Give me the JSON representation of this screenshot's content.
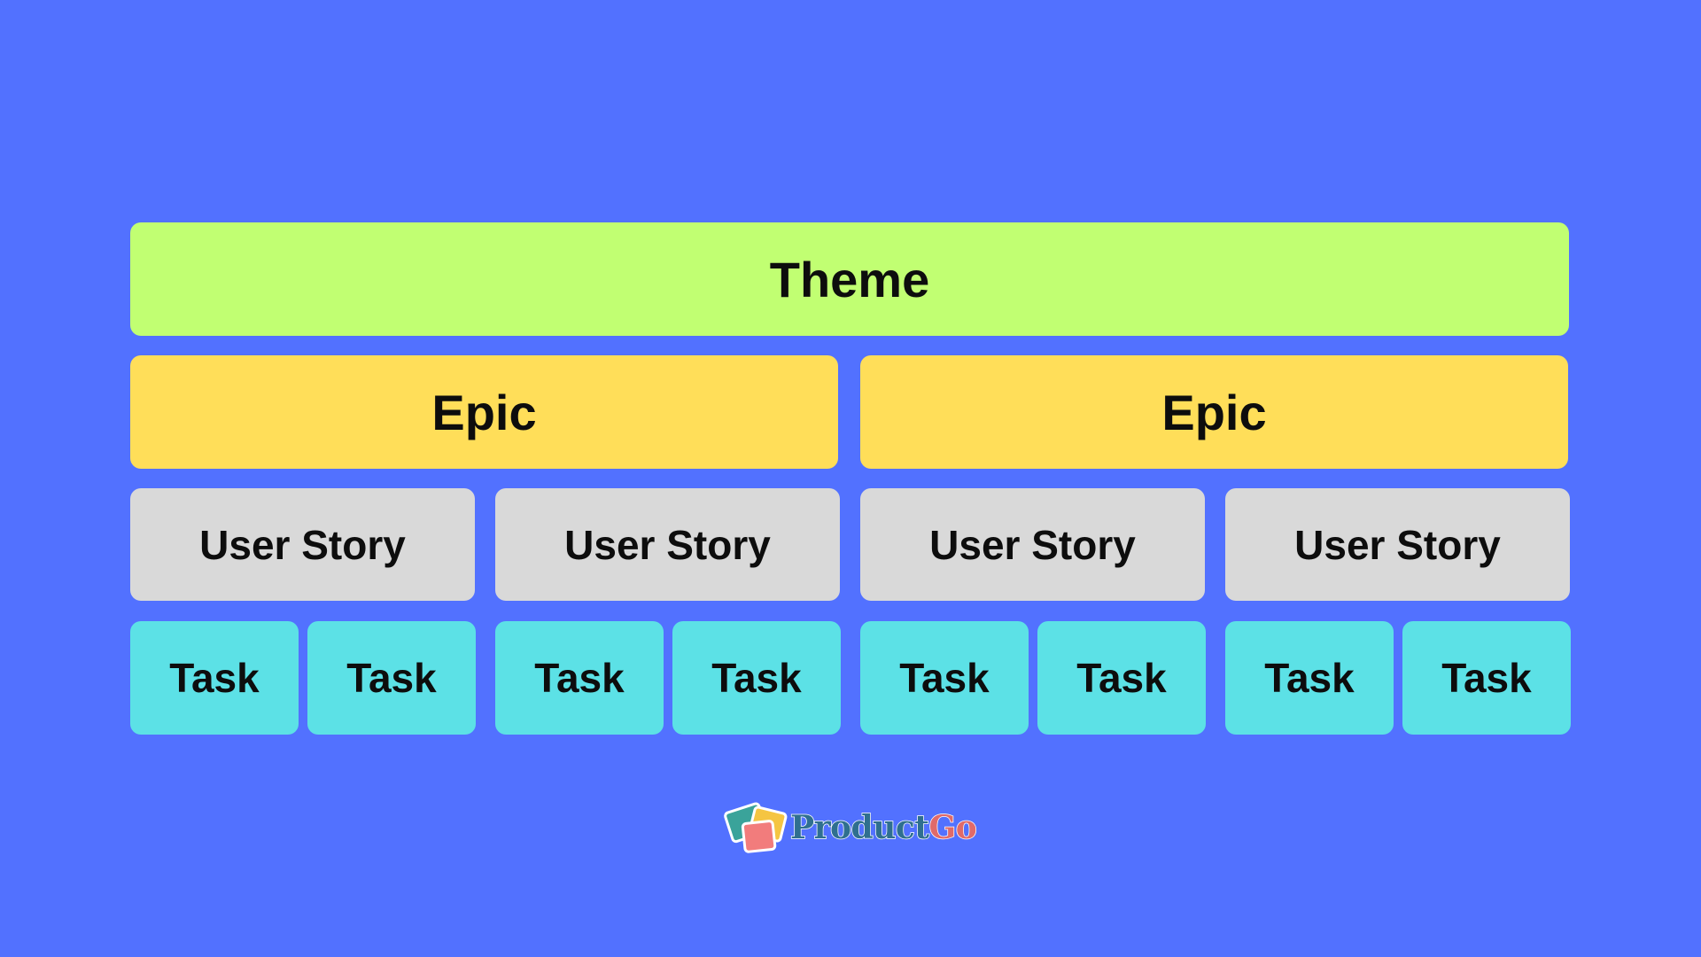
{
  "theme": {
    "label": "Theme",
    "color": "#c1ff72"
  },
  "epics": [
    {
      "label": "Epic",
      "color": "#ffde59"
    },
    {
      "label": "Epic",
      "color": "#ffde59"
    }
  ],
  "user_stories": [
    {
      "label": "User Story"
    },
    {
      "label": "User Story"
    },
    {
      "label": "User Story"
    },
    {
      "label": "User Story"
    }
  ],
  "tasks": [
    {
      "label": "Task"
    },
    {
      "label": "Task"
    },
    {
      "label": "Task"
    },
    {
      "label": "Task"
    },
    {
      "label": "Task"
    },
    {
      "label": "Task"
    },
    {
      "label": "Task"
    },
    {
      "label": "Task"
    }
  ],
  "colors": {
    "background": "#5271ff",
    "user_story": "#d9d9d9",
    "task": "#5ce1e6",
    "text": "#0d0d0d"
  },
  "logo": {
    "text_product": "Product",
    "text_go": "Go",
    "icon": "stacked-cards-icon"
  }
}
